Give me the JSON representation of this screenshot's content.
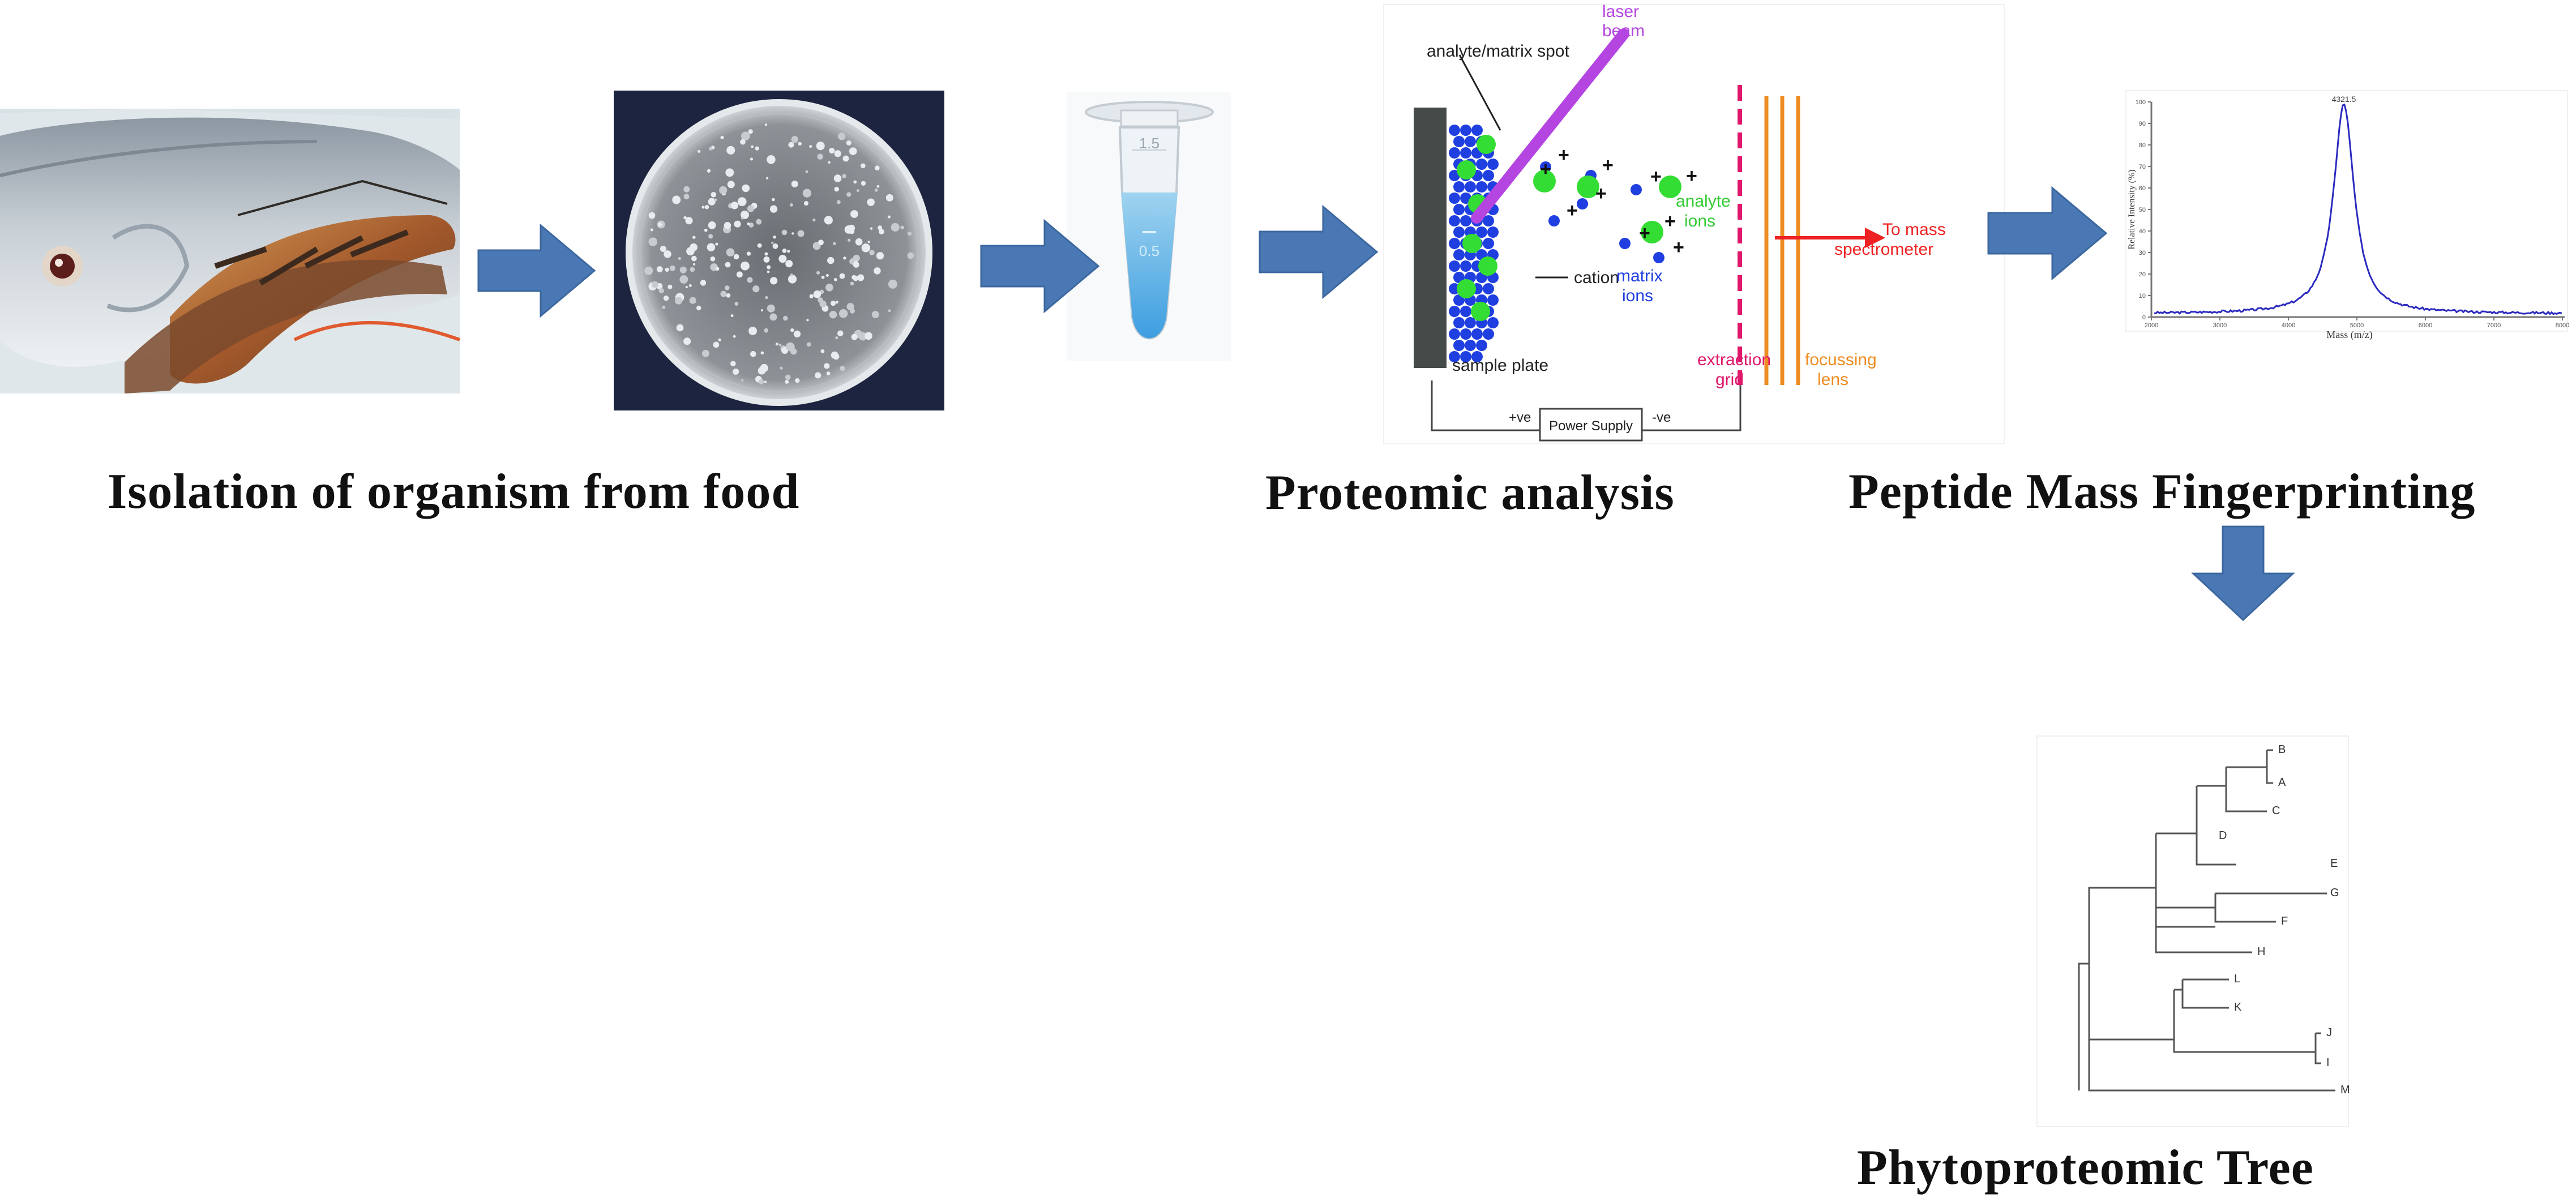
{
  "captions": {
    "isolation": "Isolation of organism from food",
    "proteomic": "Proteomic analysis",
    "pmf": "Peptide Mass Fingerprinting",
    "tree": "Phytoproteomic Tree"
  },
  "maldi": {
    "spot": "analyte/matrix spot",
    "laser_1": "laser",
    "laser_2": "beam",
    "analyte_1": "analyte",
    "analyte_2": "ions",
    "cation": "cation",
    "matrix_1": "matrix",
    "matrix_2": "ions",
    "to_mass_1": "To mass",
    "to_mass_2": "spectrometer",
    "sample_plate": "sample plate",
    "extraction_1": "extraction",
    "extraction_2": "grid",
    "focussing_1": "focussing",
    "focussing_2": "lens",
    "pos": "+ve",
    "neg": "-ve",
    "power": "Power Supply"
  },
  "tube": {
    "upper": "1.5",
    "lower": "0.5"
  },
  "spectrum": {
    "ylabel": "Relative Intensity (%)",
    "xlabel": "Mass (m/z)",
    "peak_label": "4321.5",
    "x_ticks": [
      "2000",
      "3000",
      "4000",
      "5000",
      "6000",
      "7000",
      "8000"
    ],
    "y_ticks": [
      "100",
      "90",
      "80",
      "70",
      "60",
      "50",
      "40",
      "30",
      "20",
      "10",
      "0"
    ]
  },
  "tree": {
    "leaves": [
      "B",
      "A",
      "C",
      "D",
      "E",
      "G",
      "F",
      "H",
      "L",
      "K",
      "J",
      "I",
      "M"
    ]
  },
  "colors": {
    "arrow": "#4a78b5",
    "laser": "#b545e0",
    "analyte": "#33dd33",
    "matrix": "#1f3fe0",
    "grid": "#e0176a",
    "lens": "#ee8c22",
    "beam": "#ee2222",
    "plate": "#454b48"
  }
}
